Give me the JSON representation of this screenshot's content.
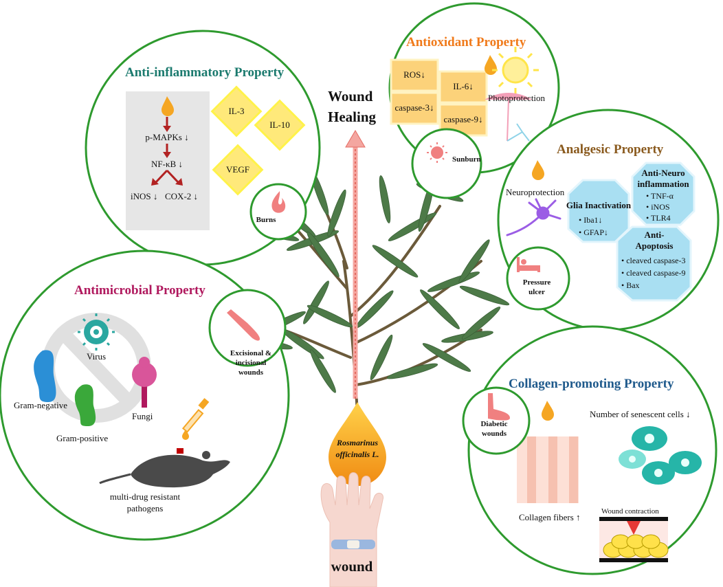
{
  "center": {
    "title_line1": "Wound",
    "title_line2": "Healing",
    "drop_line1": "Rosmarinus",
    "drop_line2": "officinalis L.",
    "bottom_label": "wound"
  },
  "anti_inflammatory": {
    "title": "Anti-inflammatory Property",
    "pathway": [
      "p-MAPKs ↓",
      "NF-κB ↓",
      "iNOS ↓",
      "COX-2 ↓"
    ],
    "cytokines": [
      "IL-3",
      "IL-10",
      "VEGF"
    ],
    "wound_type": "Burns"
  },
  "antioxidant": {
    "title": "Antioxidant Property",
    "boxes": [
      "ROS↓",
      "caspase-3↓",
      "IL-6↓",
      "caspase-9↓"
    ],
    "photo_label": "Photoprotection",
    "wound_type": "Sunburn"
  },
  "analgesic": {
    "title": "Analgesic Property",
    "neuro_label": "Neuroprotection",
    "glia": {
      "title": "Glia Inactivation",
      "items": [
        "Iba1↓",
        "GFAP↓"
      ]
    },
    "neuroinflammation": {
      "title_line1": "Anti-Neuro",
      "title_line2": "inflammation",
      "items": [
        "TNF-α",
        "iNOS",
        "TLR4"
      ]
    },
    "apoptosis": {
      "title_line1": "Anti-",
      "title_line2": "Apoptosis",
      "items": [
        "cleaved caspase-3",
        "cleaved caspase-9",
        "Bax"
      ]
    },
    "wound_type_line1": "Pressure",
    "wound_type_line2": "ulcer"
  },
  "antimicrobial": {
    "title": "Antimicrobial Property",
    "labels": [
      "Virus",
      "Gram-negative",
      "Fungi",
      "Gram-positive"
    ],
    "pathogen_line1": "multi-drug resistant",
    "pathogen_line2": "pathogens",
    "wound_type_line1": "Excisional &",
    "wound_type_line2": "incisional",
    "wound_type_line3": "wounds"
  },
  "collagen": {
    "title": "Collagen-promoting Property",
    "senescent": "Number of senescent  cells ↓",
    "fibers": "Collagen fibers ↑",
    "contraction": "Wound contraction",
    "wound_type_line1": "Diabetic",
    "wound_type_line2": "wounds"
  },
  "colors": {
    "circle": "#2e9a2e",
    "anti_inflammatory_title": "#1b7a6e",
    "antioxidant_title": "#f07a1a",
    "analgesic_title": "#8a5a1e",
    "antimicrobial_title": "#b0195e",
    "collagen_title": "#1f5a8c",
    "drop": "#f5a623",
    "yellow_diamond": "#ffe97a",
    "orange_box": "#fcd27a",
    "octagon": "#a9dff2",
    "arrow_red": "#b22222",
    "salmon": "#f08080",
    "leaf": "#4d7a48"
  }
}
